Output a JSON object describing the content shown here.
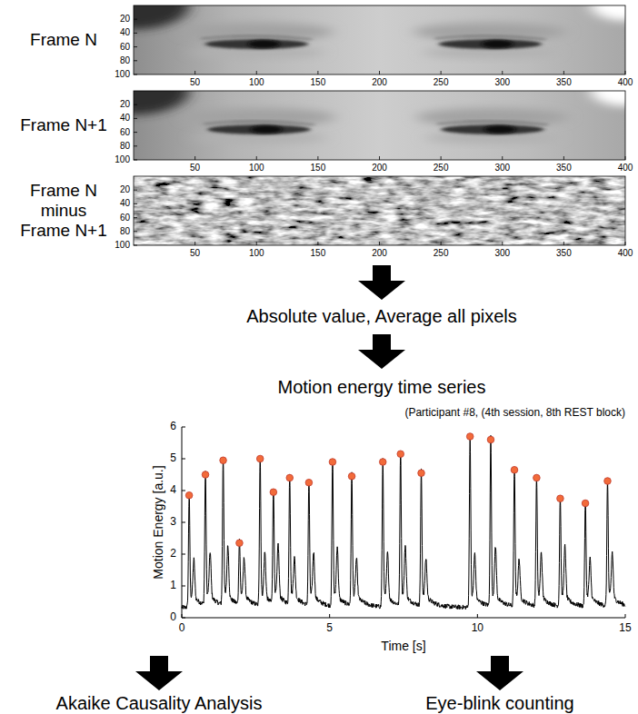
{
  "diagram": {
    "labels": [
      "Frame N",
      "20",
      "40",
      "60",
      "80",
      "100",
      "50",
      "100",
      "150",
      "200",
      "250",
      "300",
      "350",
      "400",
      "Frame N+1",
      "20",
      "40",
      "60",
      "80",
      "100",
      "50",
      "100",
      "150",
      "200",
      "250",
      "300",
      "350",
      "400",
      "Frame N minus Frame N+1",
      "20",
      "40",
      "60",
      "80",
      "100",
      "50",
      "100",
      "150",
      "200",
      "250",
      "300",
      "350",
      "400",
      "Absolute value, Average all pixels",
      "Motion energy time series",
      "(Participant #8, (4th session, 8th REST block)",
      "0",
      "1",
      "2",
      "3",
      "4",
      "5",
      "6",
      "Motion Energy [a.u.]",
      "0",
      "5",
      "10",
      "15",
      "Time [s]",
      "Akaike Causality Analysis",
      "Eye-blink counting"
    ]
  }
}
